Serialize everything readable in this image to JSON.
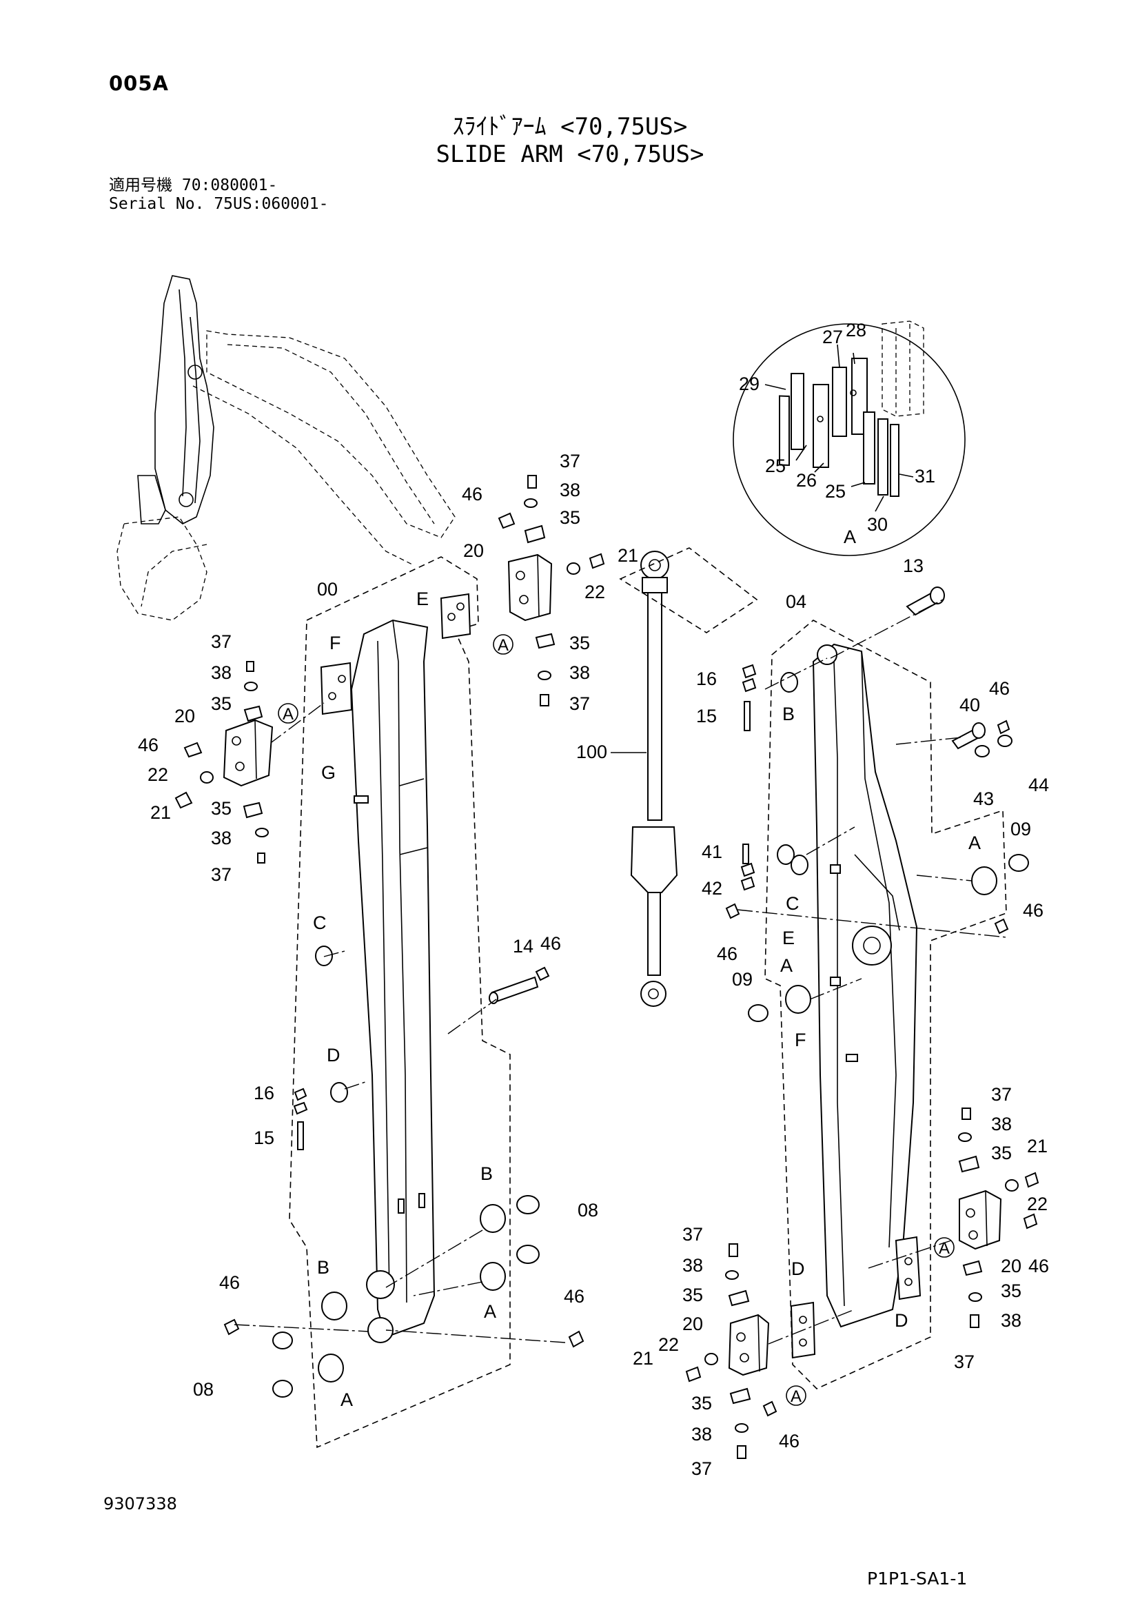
{
  "header": {
    "page_code": "005A",
    "title_jp": "ｽﾗｲﾄﾞｱｰﾑ <70,75US>",
    "title_en": "SLIDE ARM <70,75US>",
    "serial_line1": "適用号機    70:080001-",
    "serial_line2": "Serial No. 75US:060001-"
  },
  "footer": {
    "doc_number": "9307338",
    "sheet_id": "P1P1-SA1-1"
  },
  "detail": {
    "ref_letter": "A",
    "labels": [
      "27",
      "28",
      "29",
      "25",
      "26",
      "25",
      "31",
      "30"
    ]
  },
  "callouts": {
    "left_arm": [
      "00",
      "E",
      "F",
      "G",
      "C",
      "D",
      "16",
      "15",
      "B",
      "08",
      "46",
      "08",
      "B",
      "A",
      "A",
      "14",
      "46"
    ],
    "left_plate": [
      "37",
      "38",
      "35",
      "20",
      "46",
      "22",
      "21",
      "35",
      "38",
      "37",
      "A"
    ],
    "top_plate": [
      "37",
      "38",
      "46",
      "35",
      "20",
      "21",
      "22",
      "A",
      "35",
      "38",
      "37"
    ],
    "cylinder": [
      "100"
    ],
    "right_arm": [
      "13",
      "04",
      "16",
      "15",
      "B",
      "40",
      "46",
      "43",
      "44",
      "09",
      "A",
      "41",
      "42",
      "C",
      "46",
      "E",
      "46",
      "A",
      "09",
      "F"
    ],
    "right_plate": [
      "37",
      "38",
      "35",
      "21",
      "22",
      "20",
      "46",
      "A",
      "35",
      "38",
      "37"
    ],
    "bottom_plate": [
      "37",
      "38",
      "35",
      "D",
      "20",
      "22",
      "21",
      "A",
      "35",
      "38",
      "37",
      "46",
      "D"
    ]
  }
}
